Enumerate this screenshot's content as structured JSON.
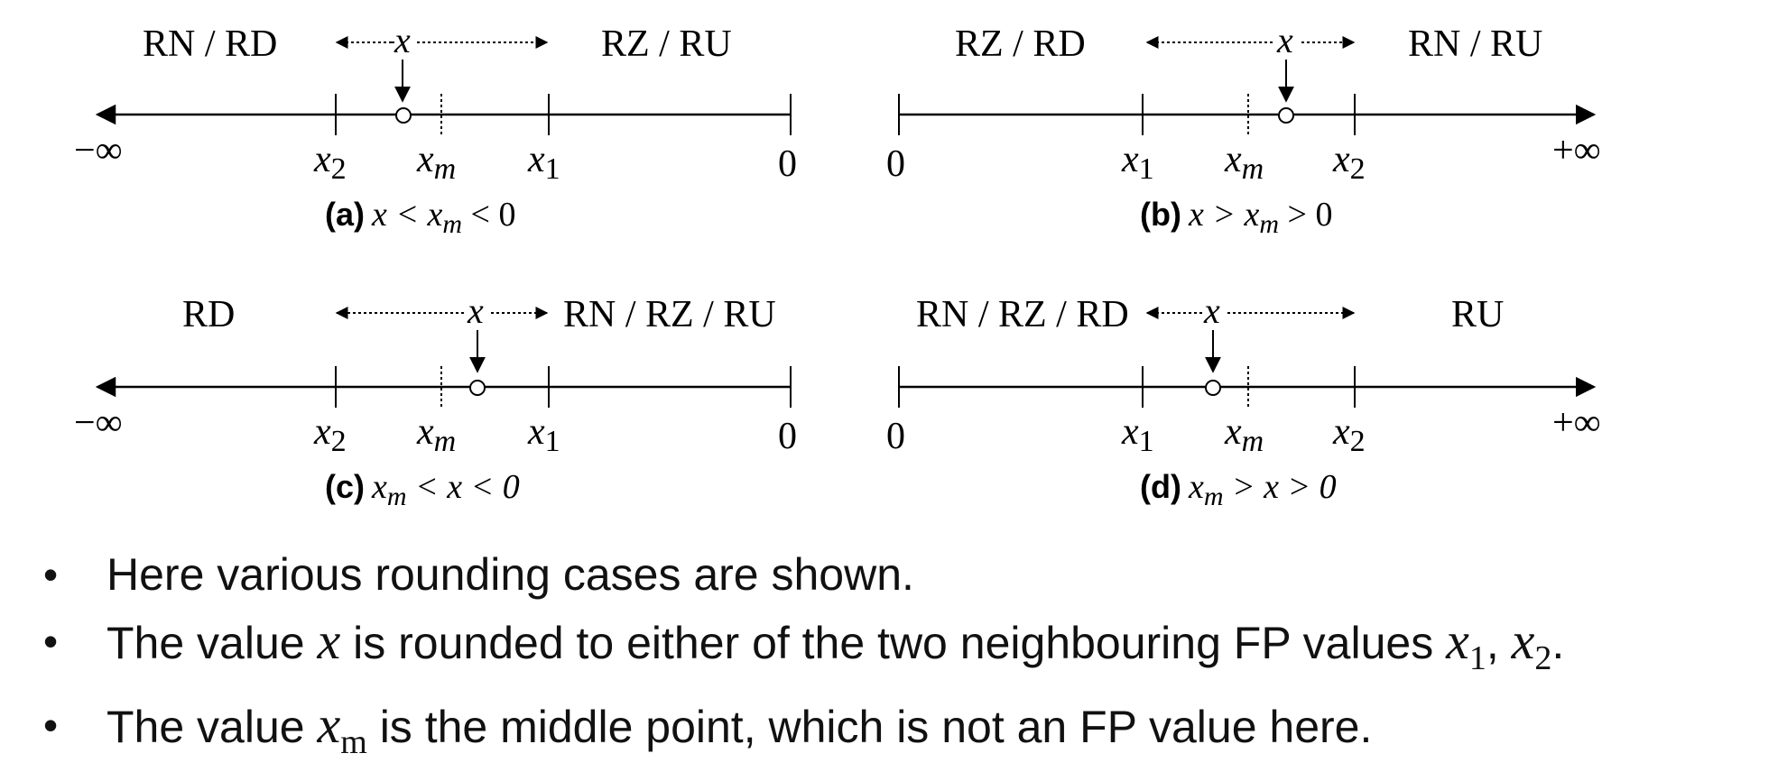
{
  "panels": [
    {
      "id": "a",
      "left_label": "RN / RD",
      "right_label": "RZ / RU",
      "x_label": "x",
      "axis_end_left": "−∞",
      "axis_end_right": "0",
      "tick_labels": {
        "x2": "x",
        "x2_sub": "2",
        "xm": "x",
        "xm_sub": "m",
        "x1": "x",
        "x1_sub": "1"
      },
      "caption_letter": "(a)",
      "caption_math": "x < x",
      "caption_sub": "m",
      "caption_tail": " < 0"
    },
    {
      "id": "b",
      "left_label": "RZ / RD",
      "right_label": "RN / RU",
      "x_label": "x",
      "axis_end_left": "0",
      "axis_end_right": "+∞",
      "tick_labels": {
        "x1": "x",
        "x1_sub": "1",
        "xm": "x",
        "xm_sub": "m",
        "x2": "x",
        "x2_sub": "2"
      },
      "caption_letter": "(b)",
      "caption_math": "x > x",
      "caption_sub": "m",
      "caption_tail": " > 0"
    },
    {
      "id": "c",
      "left_label": "RD",
      "right_label": "RN / RZ / RU",
      "x_label": "x",
      "axis_end_left": "−∞",
      "axis_end_right": "0",
      "tick_labels": {
        "x2": "x",
        "x2_sub": "2",
        "xm": "x",
        "xm_sub": "m",
        "x1": "x",
        "x1_sub": "1"
      },
      "caption_letter": "(c)",
      "caption_math": "x",
      "caption_sub": "m",
      "caption_tail": " < x < 0"
    },
    {
      "id": "d",
      "left_label": "RN / RZ / RD",
      "right_label": "RU",
      "x_label": "x",
      "axis_end_left": "0",
      "axis_end_right": "+∞",
      "tick_labels": {
        "x1": "x",
        "x1_sub": "1",
        "xm": "x",
        "xm_sub": "m",
        "x2": "x",
        "x2_sub": "2"
      },
      "caption_letter": "(d)",
      "caption_math": "x",
      "caption_sub": "m",
      "caption_tail": " > x > 0"
    }
  ],
  "bullets": [
    {
      "text": "Here various rounding cases are shown."
    },
    {
      "pre": "The value ",
      "var": "x",
      "mid": " is rounded to either of the two neighbouring FP values ",
      "var2": "x",
      "sub2": "1",
      "sep": ", ",
      "var3": "x",
      "sub3": "2",
      "post": "."
    },
    {
      "pre": "The value ",
      "var": "x",
      "sub": "m",
      "post": " is the middle point, which is not an FP value here."
    }
  ],
  "bullet_symbol": "•"
}
